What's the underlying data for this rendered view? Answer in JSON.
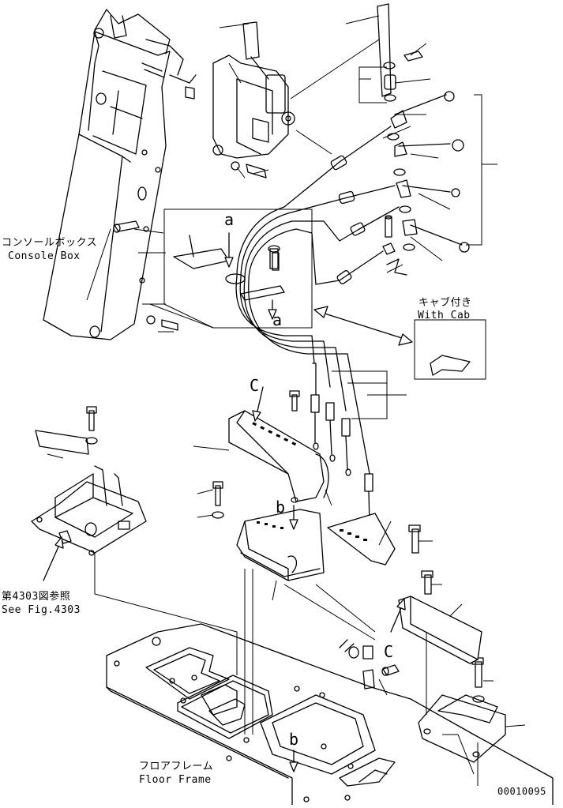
{
  "labels": {
    "console_jp": "コンソールボックス",
    "console_en": "Console Box",
    "cab_jp": "キャブ付き",
    "cab_en": "With Cab",
    "fig_jp": "第4303図参照",
    "fig_en": "See Fig.4303",
    "floor_jp": "フロアフレーム",
    "floor_en": "Floor Frame",
    "drawing_no": "00010095"
  },
  "references": {
    "a_top": "a",
    "a_bottom": "a",
    "b_top": "b",
    "b_bottom": "b",
    "c_top": "C",
    "c_bottom": "C"
  },
  "icons": [
    "arrow-icon",
    "double-arrow-icon"
  ]
}
